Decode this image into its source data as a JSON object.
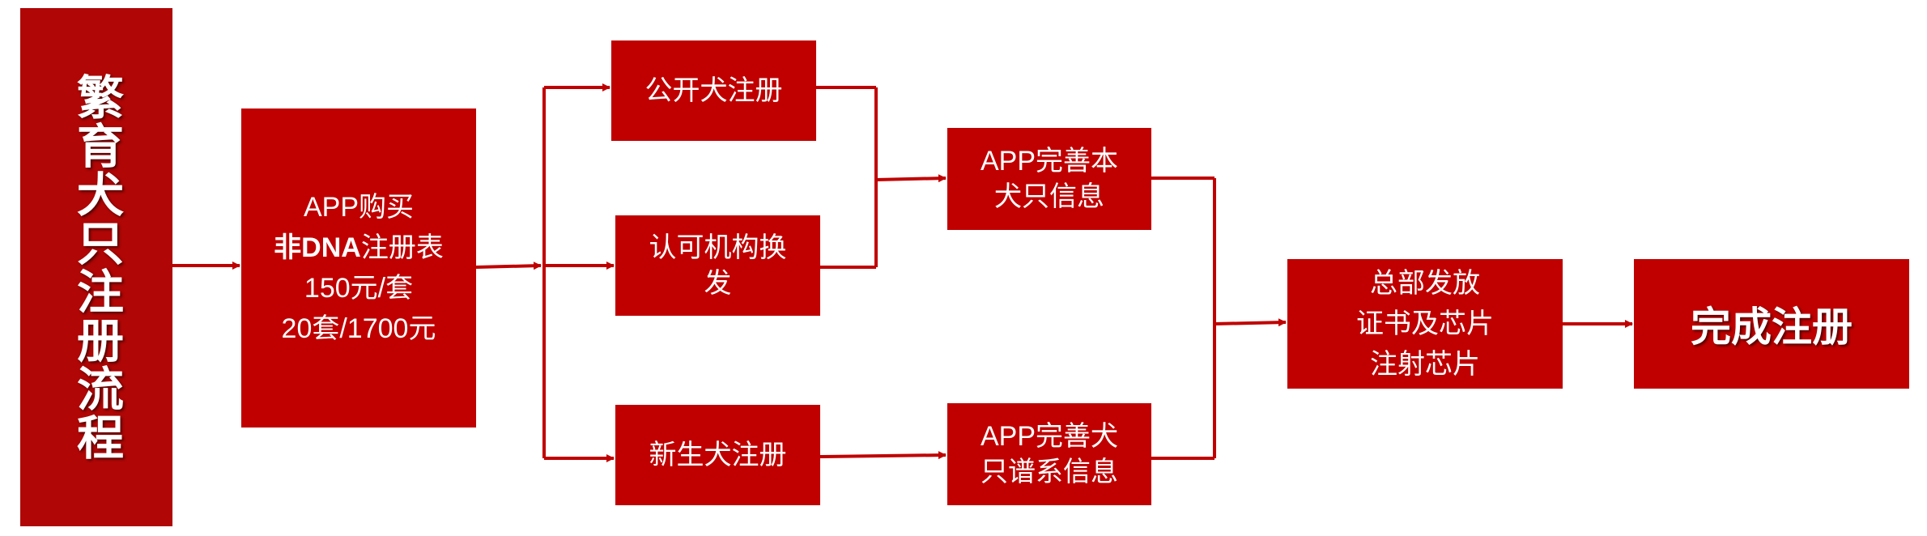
{
  "colors": {
    "primary": "#c00000",
    "title_bg": "#b00606",
    "connector": "#c00000",
    "text": "#ffffff"
  },
  "title": "繁育犬只注册流程",
  "purchase": {
    "line1": "APP购买",
    "line2_bold": "非DNA",
    "line2_rest": "注册表",
    "line3": "150元/套",
    "line4": "20套/1700元"
  },
  "branches": {
    "public": "公开犬注册",
    "certified_line1": "认可机构换",
    "certified_line2": "发",
    "newborn": "新生犬注册"
  },
  "app_steps": {
    "complete_info_line1": "APP完善本",
    "complete_info_line2": "犬只信息",
    "pedigree_line1": "APP完善犬",
    "pedigree_line2": "只谱系信息"
  },
  "headquarters": {
    "line1": "总部发放",
    "line2": "证书及芯片",
    "line3": "注射芯片"
  },
  "final": "完成注册"
}
